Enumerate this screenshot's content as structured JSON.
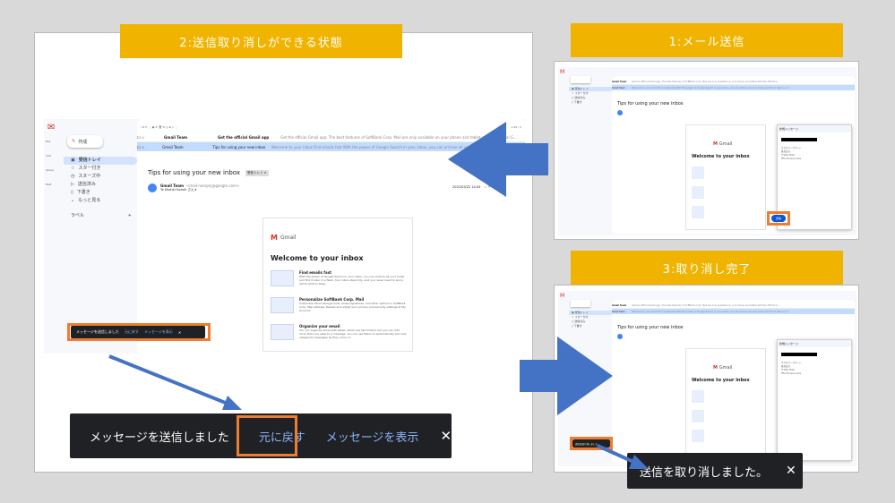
{
  "labels": {
    "step1": "1:メール送信",
    "step2": "2:送信取り消しができる状態",
    "step3": "3:取り消し完了"
  },
  "gmail": {
    "compose_label": "作成",
    "nav": [
      "受信トレイ",
      "スター付き",
      "スヌーズ中",
      "送信済み",
      "下書き",
      "もっと見る"
    ],
    "labels_heading": "ラベル",
    "rail": [
      "Mail",
      "Chat",
      "Spaces",
      "Meet"
    ],
    "app_title": "Gmail",
    "pager": "1-50 / 2",
    "rows": [
      {
        "sender": "Gmail Team",
        "subject": "Get the official Gmail app",
        "snippet": "Get the official Gmail app: The best features of SoftBank Corp. Mail are only available on your phone and tablet with the official G..."
      },
      {
        "sender": "Gmail Team",
        "subject": "Tips for using your new inbox",
        "snippet": "Welcome to your inbox Find emails fast With the power of Google Search in your inbox, you can archive all your email and find it later in a f..."
      }
    ],
    "email_title": "Tips for using your new inbox",
    "email_badge": "受信トレイ ×",
    "from_name": "Gmail Team",
    "from_addr": "<mail-noreply@google.com>",
    "to_line": "To Shohei Suzuki さん ▾",
    "date": "2022/03/22 14:54",
    "logo_text": "Gmail",
    "welcome": "Welcome to your inbox",
    "features": [
      {
        "title": "Find emails fast",
        "body": "With the power of Google Search in your inbox, you can archive all your email and find it later in a flash. Your inbox stays tidy, and you never need to worry about what to keep."
      },
      {
        "title": "Personalize SoftBank Corp. Mail",
        "body": "Customize inbox backgrounds, email signatures, and other options in SoftBank Corp. Mail settings. Review and adjust your privacy and security settings at My Account."
      },
      {
        "title": "Organize your email",
        "body": "You can organize email with labels, which are like folders, but you can add more than one label to a message. You can use filters to automatically sort and categorize messages as they come in."
      }
    ]
  },
  "snackbar": {
    "message": "メッセージを送信しました",
    "undo": "元に戻す",
    "view": "メッセージを表示",
    "close": "✕"
  },
  "undone_snackbar": {
    "message": "送信を取り消しました。",
    "close": "✕"
  },
  "compose": {
    "title": "新規メッセージ",
    "send": "送信",
    "lines": [
      "カスタマーサポート",
      "株式会社",
      "〒105-7529",
      "TEL:03-xxxx-xxxx"
    ]
  },
  "colors": {
    "label_bg": "#f0b400",
    "arrow": "#4472c4",
    "highlight": "#ed7d31",
    "snackbar_bg": "#202124",
    "snackbar_link": "#8ab4f8"
  }
}
